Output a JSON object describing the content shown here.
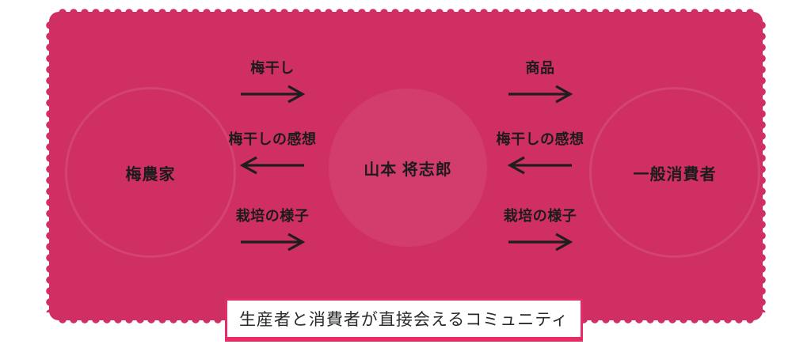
{
  "palette": {
    "panel_pink": "#d02f63",
    "circle_light": "#d5406f",
    "caption_border_pink": "#e62c66",
    "caption_bg": "#ffffff",
    "text_dark": "#1c1c1c"
  },
  "nodes": [
    {
      "id": "plum-farmer",
      "label": "梅農家"
    },
    {
      "id": "yamamoto",
      "label": "山本 将志郎"
    },
    {
      "id": "general-consumer",
      "label": "一般消費者"
    }
  ],
  "flows_left": [
    {
      "label": "梅干し",
      "direction": "right"
    },
    {
      "label": "梅干しの感想",
      "direction": "left"
    },
    {
      "label": "栽培の様子",
      "direction": "right"
    }
  ],
  "flows_right": [
    {
      "label": "商品",
      "direction": "right"
    },
    {
      "label": "梅干しの感想",
      "direction": "left"
    },
    {
      "label": "栽培の様子",
      "direction": "right"
    }
  ],
  "caption": {
    "text": "生産者と消費者が直接会えるコミュニティ"
  }
}
